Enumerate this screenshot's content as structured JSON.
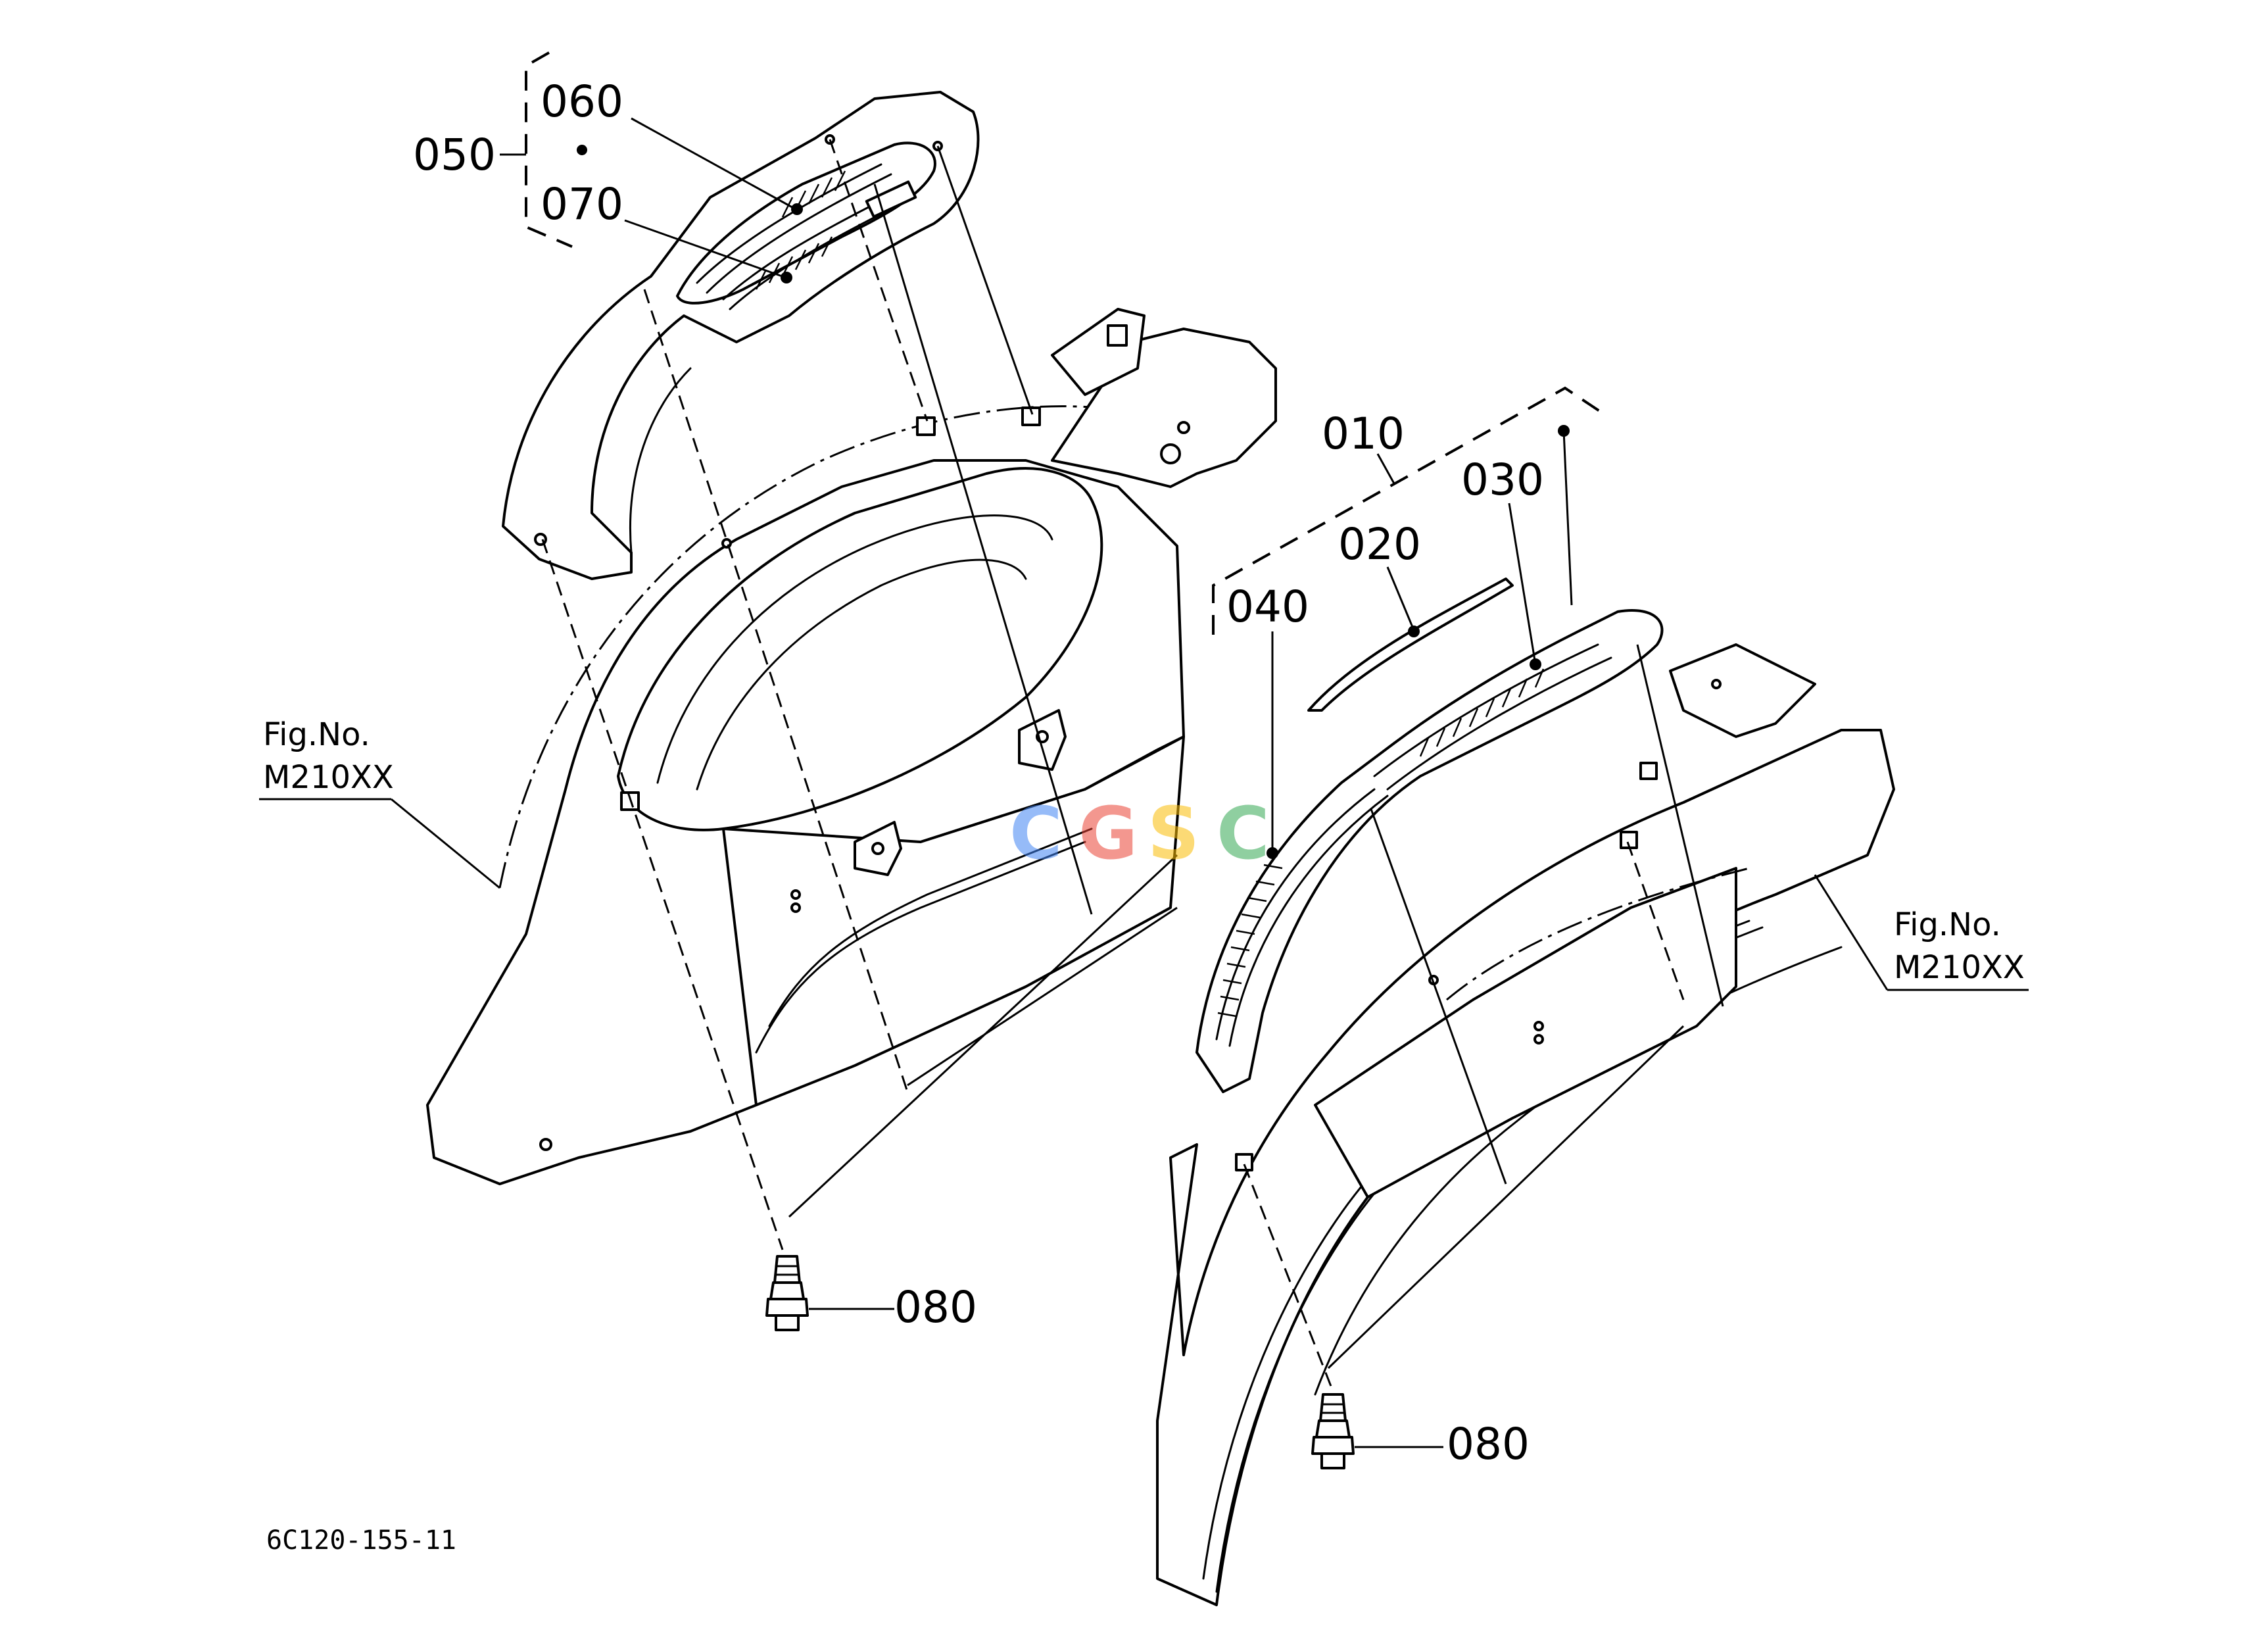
{
  "labels": {
    "p050": "050",
    "p060": "060",
    "p070": "070",
    "p010": "010",
    "p020": "020",
    "p030": "030",
    "p040": "040",
    "p080_left": "080",
    "p080_right": "080"
  },
  "references": {
    "left": {
      "line1": "Fig.No.",
      "line2": "M210XX"
    },
    "right": {
      "line1": "Fig.No.",
      "line2": "M210XX"
    }
  },
  "drawing_code": "6C120-155-11",
  "watermark": {
    "letters": [
      "C",
      "G",
      "S",
      "C"
    ],
    "colors": [
      "#4285F4",
      "#EA4335",
      "#FBBC05",
      "#34A853"
    ]
  }
}
